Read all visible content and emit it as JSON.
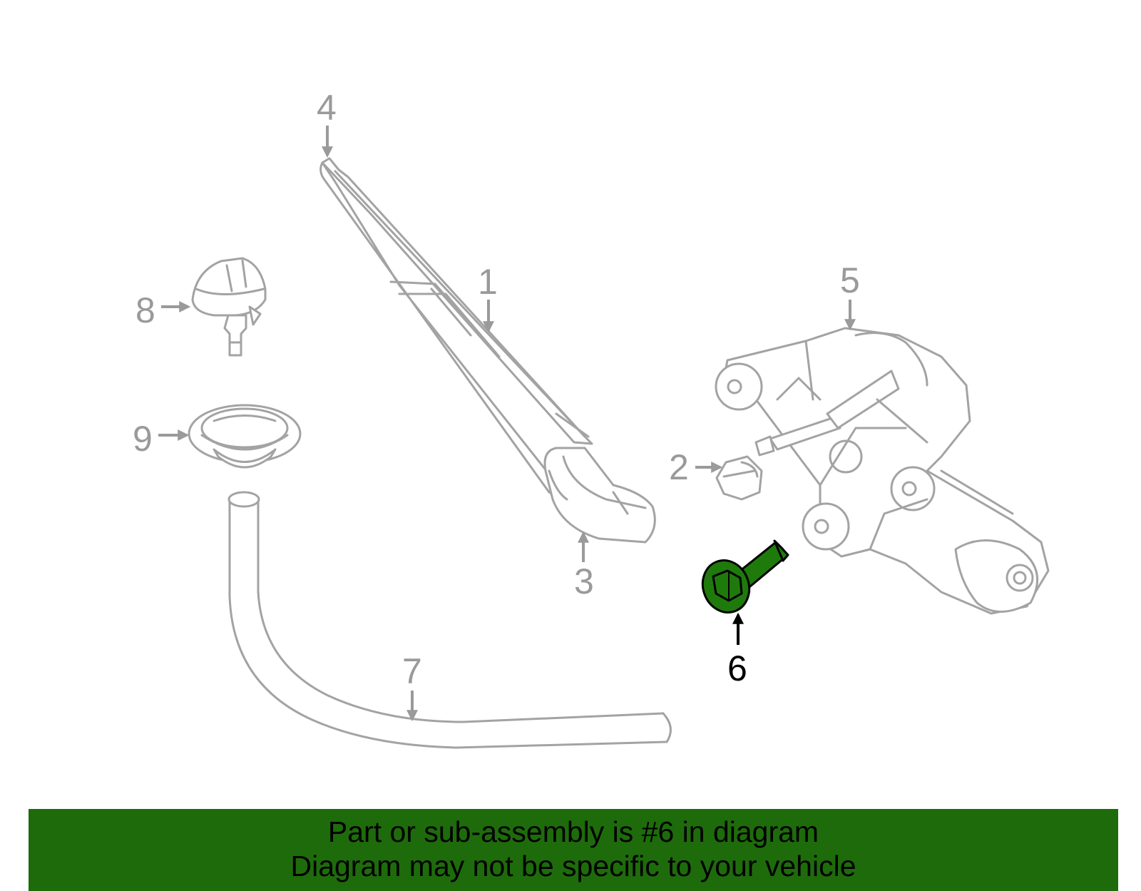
{
  "callouts": {
    "c1": "1",
    "c2": "2",
    "c3": "3",
    "c4": "4",
    "c5": "5",
    "c6": "6",
    "c7": "7",
    "c8": "8",
    "c9": "9"
  },
  "highlighted_part": "6",
  "colors": {
    "highlight_fill": "#1f7a0c",
    "caption_background": "#1e6b0b",
    "part_outline": "#a3a3a3",
    "callout_text": "#9a9a9a"
  },
  "caption": {
    "line1": "Part or sub-assembly is #6 in diagram",
    "line2": "Diagram may not be specific to your vehicle"
  }
}
